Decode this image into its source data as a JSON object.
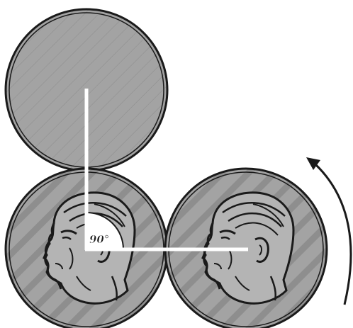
{
  "diagram": {
    "angle_label": "90°",
    "colors": {
      "coin_fill": "#a3a3a3",
      "coin_stripe": "#8a8a8a",
      "outline": "#1a1a1a",
      "guide_lines": "#ffffff",
      "angle_wedge": "#ffffff",
      "arrow": "#1a1a1a"
    },
    "coins": [
      {
        "name": "top-coin-blank",
        "face": "none"
      },
      {
        "name": "bottom-left-coin",
        "face": "profile-head-facing-left"
      },
      {
        "name": "bottom-right-coin",
        "face": "profile-head-facing-left"
      }
    ],
    "arrow": {
      "direction": "counterclockwise",
      "icon": "curved-arrow-icon"
    }
  }
}
